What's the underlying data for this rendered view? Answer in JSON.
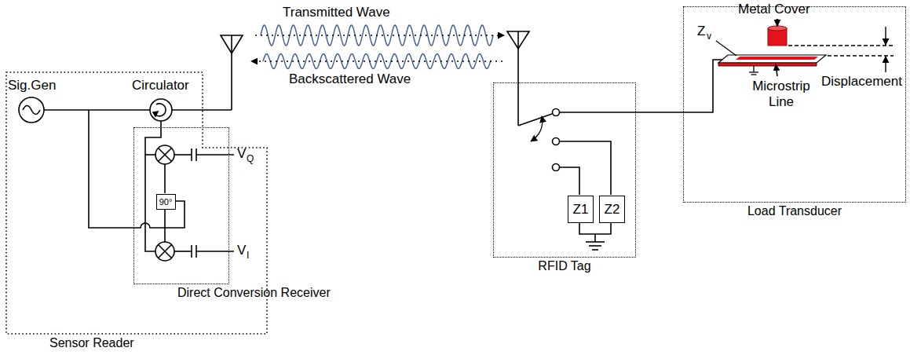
{
  "diagram": {
    "nodes": [
      {
        "text": [
          "Sensor Reader"
        ]
      },
      {
        "text": [
          "Direct Conversion Receiver"
        ],
        "in": 0
      },
      {
        "text": [
          "90°"
        ],
        "in": 1
      },
      {
        "text": [
          "RFID Tag"
        ]
      },
      {
        "text": [
          "Z1"
        ],
        "in": 3
      },
      {
        "text": [
          "Z2"
        ],
        "in": 3
      },
      {
        "text": [
          "Load Transducer"
        ]
      }
    ],
    "edges": [
      {
        "from": 3,
        "to": 6,
        "arrow": "none"
      }
    ],
    "labels": [
      "Transmitted Wave",
      "Backscattered Wave",
      "Sig.Gen",
      "Circulator",
      "V",
      "Q",
      "V",
      "I",
      "Metal Cover",
      "Z",
      "v",
      "Microstrip Line",
      "Displacement"
    ]
  }
}
